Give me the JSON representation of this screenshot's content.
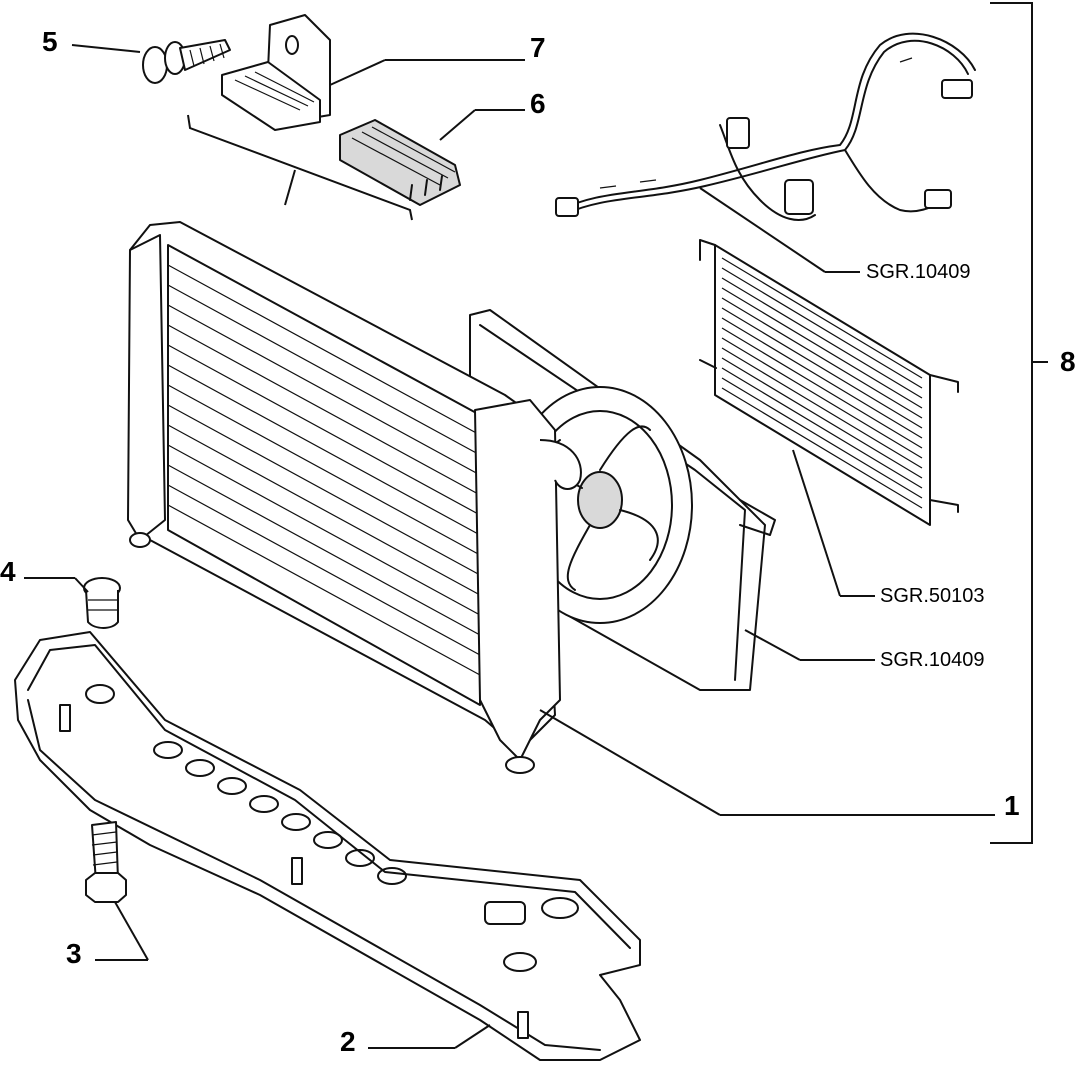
{
  "callouts": {
    "n1": "1",
    "n2": "2",
    "n3": "3",
    "n4": "4",
    "n5": "5",
    "n6": "6",
    "n7": "7",
    "n8": "8"
  },
  "references": {
    "wiring_upper": "SGR.10409",
    "condenser": "SGR.50103",
    "fan": "SGR.10409"
  }
}
